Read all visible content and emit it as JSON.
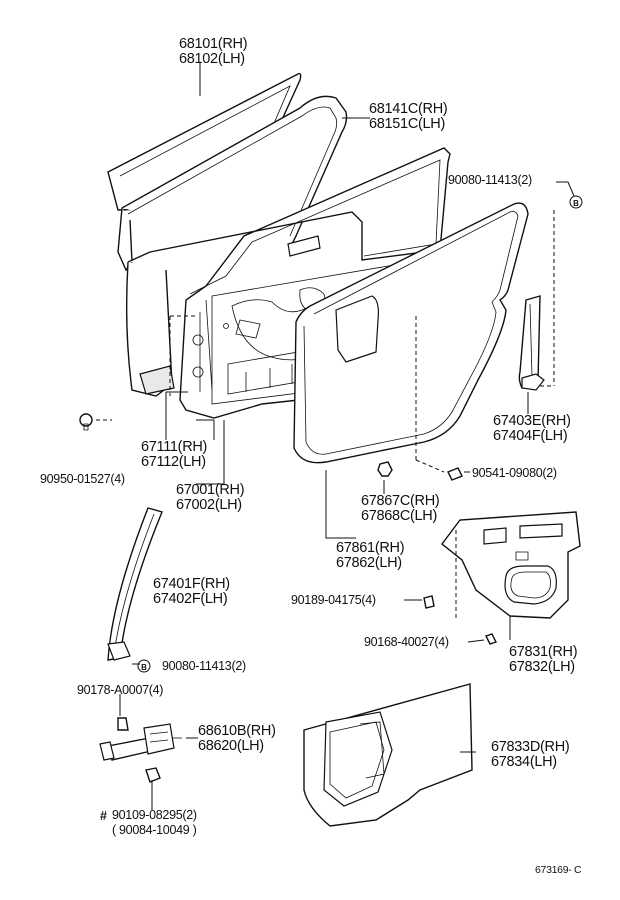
{
  "diagram_id": "673169- C",
  "callout_mark": "B",
  "footnote_mark": "#",
  "labels": {
    "glass": [
      "68101(RH)",
      "68102(LH)"
    ],
    "glass_run": [
      "68141C(RH)",
      "68151C(LH)"
    ],
    "screw_b_top": "90080-11413(2)",
    "sash_rear": [
      "67403E(RH)",
      "67404F(LH)"
    ],
    "panel_inner": [
      "67111(RH)",
      "67112(LH)"
    ],
    "clip_left": "90950-01527(4)",
    "door_assy": [
      "67001(RH)",
      "67002(LH)"
    ],
    "clip_right": "90541-09080(2)",
    "seal_clip": [
      "67867C(RH)",
      "67868C(LH)"
    ],
    "weatherstrip": [
      "67861(RH)",
      "67862(LH)"
    ],
    "sash_front": [
      "67401F(RH)",
      "67402F(LH)"
    ],
    "screw_b_bottom": "90080-11413(2)",
    "nut_a": "90189-04175(4)",
    "bolt_a": "90168-40027(4)",
    "trim_board": [
      "67831(RH)",
      "67832(LH)"
    ],
    "bolt_checker": "90178-A0007(4)",
    "checker": [
      "68610B(RH)",
      "68620(LH)"
    ],
    "service_sheet": [
      "67833D(RH)",
      "67834(LH)"
    ],
    "bolt_alt1": "90109-08295(2)",
    "bolt_alt2": "( 90084-10049 )"
  }
}
